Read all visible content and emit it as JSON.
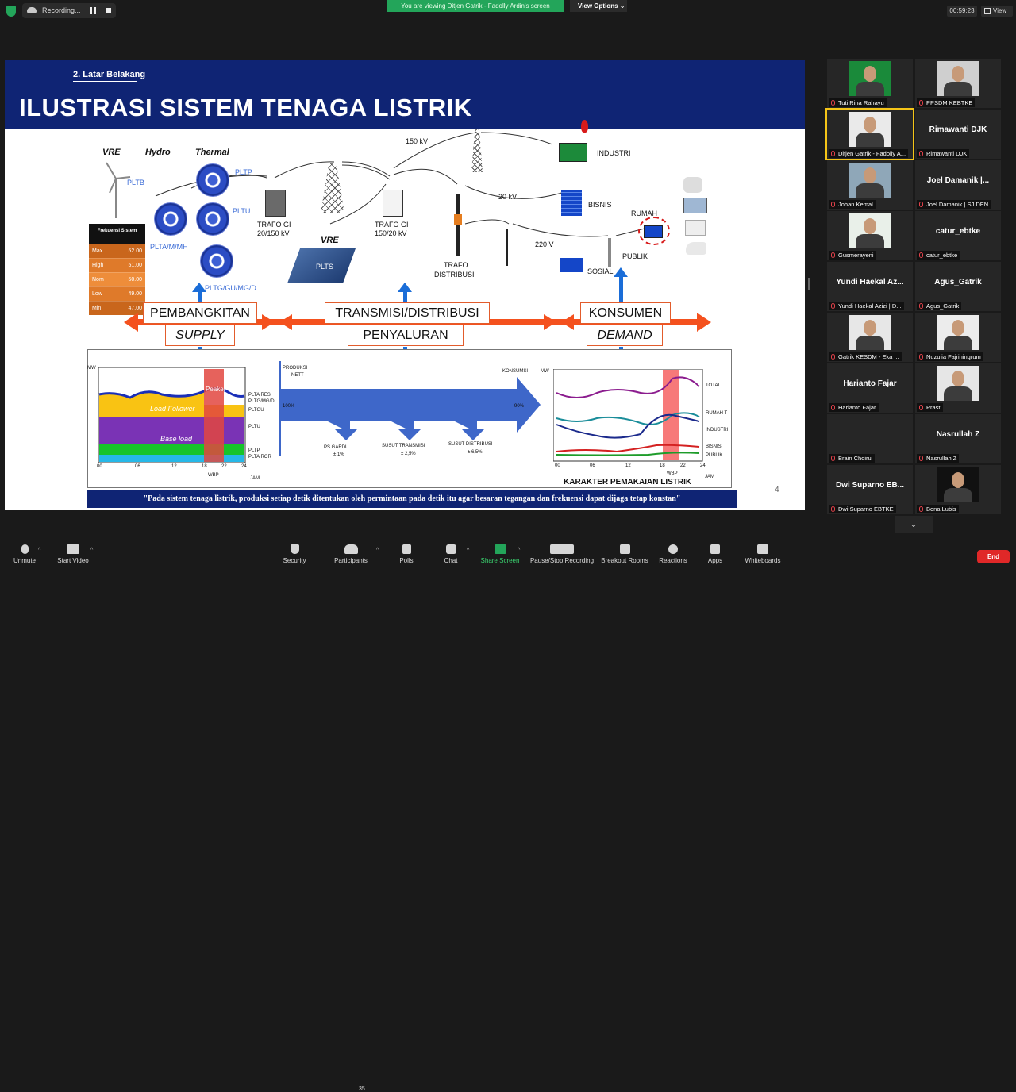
{
  "topbar": {
    "recording_label": "Recording...",
    "viewing_banner": "You are viewing Ditjen Gatrik - Fadolly Ardin's screen",
    "view_options": "View Options",
    "timer": "00:59:23",
    "view_label": "View"
  },
  "slide": {
    "section": "2. Latar Belakang",
    "title": "ILUSTRASI SISTEM TENAGA LISTRIK",
    "labels": {
      "vre": "VRE",
      "hydro": "Hydro",
      "thermal": "Thermal",
      "pltb": "PLTB",
      "pltp": "PLTP",
      "pltu": "PLTU",
      "pltamh": "PLTA/M/MH",
      "pltggu": "PLTG/GU/MG/D",
      "trafo_gi_1": "TRAFO GI",
      "trafo_gi_1_kv": "20/150 kV",
      "trafo_gi_2": "TRAFO GI",
      "trafo_gi_2_kv": "150/20 kV",
      "vre2": "VRE",
      "plts": "PLTS",
      "kv150": "150 kV",
      "kv20": "20 kV",
      "v220": "220 V",
      "industri": "INDUSTRI",
      "bisnis": "BISNIS",
      "rumah": "RUMAH",
      "publik": "PUBLIK",
      "sosial": "SOSIAL",
      "trafo_dist": "TRAFO",
      "trafo_dist2": "DISTRIBUSI"
    },
    "freq_table": {
      "header": "Frekuensi Sistem",
      "rows": [
        {
          "label": "Max",
          "value": "52.00",
          "color": "#c9661c"
        },
        {
          "label": "High",
          "value": "51.00",
          "color": "#df7a2a"
        },
        {
          "label": "Nom",
          "value": "50.00",
          "color": "#ee8d3a"
        },
        {
          "label": "Low",
          "value": "49.00",
          "color": "#df7a2a"
        },
        {
          "label": "Min",
          "value": "47.00",
          "color": "#c9661c"
        }
      ]
    },
    "categories": {
      "pembangkitan": "PEMBANGKITAN",
      "supply": "SUPPLY",
      "transmisi": "TRANSMISI/DISTRIBUSI",
      "penyaluran": "PENYALURAN",
      "konsumen": "KONSUMEN",
      "demand": "DEMAND"
    },
    "load_chart": {
      "mw": "MW",
      "peaker": "Peaker",
      "load_follower": "Load Follower",
      "base_load": "Base load",
      "legend": [
        "PLTA RES",
        "PLTG/MG/D",
        "PLTGU",
        "PLTU",
        "PLTP",
        "PLTA ROR"
      ],
      "x_ticks": [
        "00",
        "06",
        "12",
        "18",
        "22",
        "24"
      ],
      "wbp": "WBP",
      "jam": "JAM"
    },
    "flow": {
      "produksi": "PRODUKSI",
      "nett": "NETT",
      "konsumsi": "KONSUMSI",
      "start_pct": "100%",
      "end_pct": "90%",
      "ps_gardu": "PS GARDU",
      "ps_gardu_pct": "± 1%",
      "susut_transmisi": "SUSUT TRANSMISI",
      "susut_transmisi_pct": "± 2,5%",
      "susut_distribusi": "SUSUT DISTRIBUSI",
      "susut_distribusi_pct": "± 6,5%"
    },
    "demand_chart": {
      "mw": "MW",
      "legend": [
        "TOTAL",
        "RUMAH T",
        "INDUSTRI",
        "BISNIS",
        "PUBLIK"
      ],
      "x_ticks": [
        "00",
        "06",
        "12",
        "18",
        "22",
        "24"
      ],
      "wbp": "WBP",
      "jam": "JAM",
      "caption": "KARAKTER PEMAKAIAN LISTRIK"
    },
    "quote": "\"Pada sistem tenaga listrik, produksi setiap detik ditentukan oleh permintaan pada detik itu agar besaran tegangan dan frekuensi dapat  dijaga tetap konstan\"",
    "page_number": "4"
  },
  "gallery": [
    {
      "name": "Tuti Rina Rahayu",
      "type": "video",
      "big": ""
    },
    {
      "name": "PPSDM KEBTKE",
      "type": "video",
      "big": ""
    },
    {
      "name": "Ditjen Gatrik - Fadolly A...",
      "type": "video",
      "big": "",
      "active": true
    },
    {
      "name": "Rimawanti DJK",
      "type": "text",
      "big": "Rimawanti DJK"
    },
    {
      "name": "Johan Kemal",
      "type": "video",
      "big": ""
    },
    {
      "name": "Joel Damanik | SJ DEN",
      "type": "text",
      "big": "Joel Damanik |..."
    },
    {
      "name": "Gusmerayeni",
      "type": "video",
      "big": ""
    },
    {
      "name": "catur_ebtke",
      "type": "text",
      "big": "catur_ebtke"
    },
    {
      "name": "Yundi Haekal Azizi | D...",
      "type": "text",
      "big": "Yundi Haekal Az..."
    },
    {
      "name": "Agus_Gatrik",
      "type": "text",
      "big": "Agus_Gatrik"
    },
    {
      "name": "Gatrik KESDM - Eka ...",
      "type": "video",
      "big": ""
    },
    {
      "name": "Nuzulia Fajriningrum",
      "type": "video",
      "big": ""
    },
    {
      "name": "Harianto Fajar",
      "type": "text",
      "big": "Harianto Fajar"
    },
    {
      "name": "Prast",
      "type": "video",
      "big": ""
    },
    {
      "name": "Brain Choirul",
      "type": "text",
      "big": ""
    },
    {
      "name": "Nasrullah Z",
      "type": "text",
      "big": "Nasrullah Z"
    },
    {
      "name": "Dwi Suparno EBTKE",
      "type": "text",
      "big": "Dwi Suparno EB..."
    },
    {
      "name": "Bona Lubis",
      "type": "video",
      "big": ""
    }
  ],
  "toolbar": {
    "unmute": "Unmute",
    "start_video": "Start Video",
    "security": "Security",
    "participants": "Participants",
    "participants_count": "35",
    "polls": "Polls",
    "chat": "Chat",
    "share_screen": "Share Screen",
    "pause_stop": "Pause/Stop Recording",
    "breakout": "Breakout Rooms",
    "reactions": "Reactions",
    "apps": "Apps",
    "whiteboards": "Whiteboards",
    "end": "End"
  },
  "colors": {
    "accent_green": "#23a55a",
    "slide_navy": "#0f2474",
    "arrow_orange": "#f4511e",
    "arrow_blue": "#1a6dd8",
    "end_red": "#e02828",
    "active_tile_border": "#f5c518"
  }
}
